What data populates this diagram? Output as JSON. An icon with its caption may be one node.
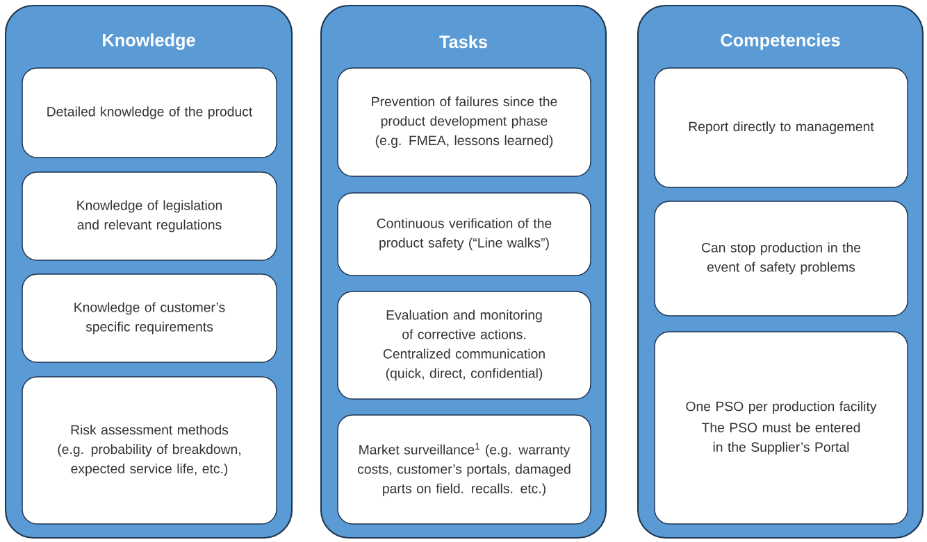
{
  "diagram": {
    "nodes": [
      {
        "text": [
          "Knowledge"
        ]
      },
      {
        "text": [
          "Detailed knowledge of the product"
        ],
        "in": 0
      },
      {
        "text": [
          "Knowledge of legislation and relevant regulations"
        ],
        "in": 0
      },
      {
        "text": [
          "Knowledge of customer’s specific requirements"
        ],
        "in": 0
      },
      {
        "text": [
          "Risk assessment methods (e.g. probability of breakdown, expected service life, etc.)"
        ],
        "in": 0
      },
      {
        "text": [
          "Tasks"
        ]
      },
      {
        "text": [
          "Prevention of failures since the product development phase (e.g. FMEA, lessons learned)"
        ],
        "in": 5
      },
      {
        "text": [
          "Continuous verification of the product safety (“Line walks”)"
        ],
        "in": 5
      },
      {
        "text": [
          "Evaluation and monitoring of corrective actions. Centralized communication (quick, direct, confidential)"
        ],
        "in": 5
      },
      {
        "text": [
          "Market surveillance$^{1}$ (e.g. warranty costs, customer’s portals, damaged parts on field. recalls. etc.)"
        ],
        "in": 5
      },
      {
        "text": [
          "Competencies"
        ]
      },
      {
        "text": [
          "Report directly to management"
        ],
        "in": 10
      },
      {
        "text": [
          "Can stop production in the event of safety problems"
        ],
        "in": 10
      },
      {
        "text": [
          "One PSO per production facility",
          "The PSO must be entered in the Supplier’s Portal"
        ],
        "in": 10
      }
    ]
  }
}
